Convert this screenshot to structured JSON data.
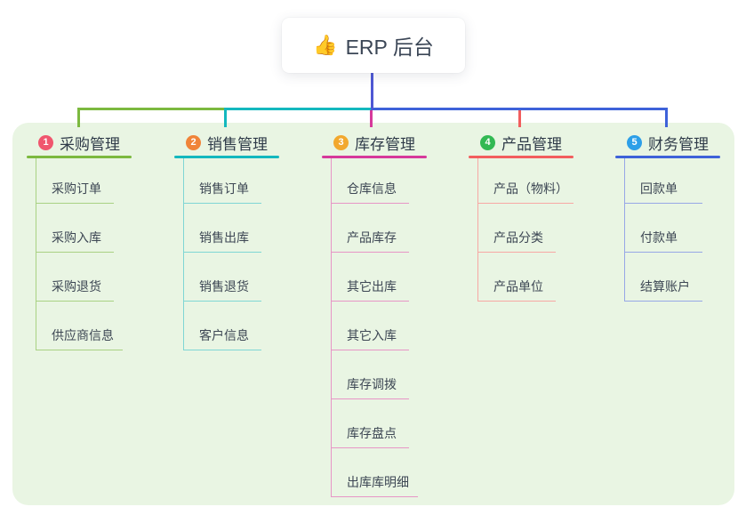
{
  "root": {
    "icon": "👍",
    "title": "ERP 后台"
  },
  "branches": [
    {
      "num": "1",
      "title": "采购管理",
      "line_color": "#7cb93f",
      "child_line_color": "#a9d183",
      "badge_color": "#f0566e",
      "items": [
        "采购订单",
        "采购入库",
        "采购退货",
        "供应商信息"
      ]
    },
    {
      "num": "2",
      "title": "销售管理",
      "line_color": "#14b8be",
      "child_line_color": "#7fd6d4",
      "badge_color": "#f08439",
      "items": [
        "销售订单",
        "销售出库",
        "销售退货",
        "客户信息"
      ]
    },
    {
      "num": "3",
      "title": "库存管理",
      "line_color": "#d6399b",
      "child_line_color": "#e795c6",
      "badge_color": "#f2a82e",
      "items": [
        "仓库信息",
        "产品库存",
        "其它出库",
        "其它入库",
        "库存调拨",
        "库存盘点",
        "出库库明细"
      ]
    },
    {
      "num": "4",
      "title": "产品管理",
      "line_color": "#f25e5e",
      "child_line_color": "#f7a8a4",
      "badge_color": "#32b953",
      "items": [
        "产品（物料）",
        "产品分类",
        "产品单位"
      ]
    },
    {
      "num": "5",
      "title": "财务管理",
      "line_color": "#3e62d9",
      "child_line_color": "#97a7e6",
      "badge_color": "#2d9fe8",
      "items": [
        "回款单",
        "付款单",
        "结算账户"
      ]
    }
  ],
  "panel_color": "#e9f5e3",
  "root_connector_color": "#4e58d4"
}
